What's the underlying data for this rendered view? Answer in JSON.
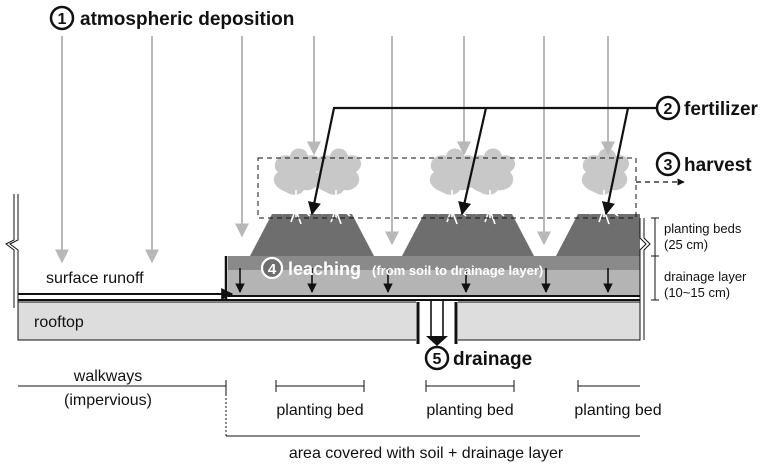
{
  "steps": {
    "atmospheric": {
      "number": "1",
      "label": "atmospheric deposition"
    },
    "fertilizer": {
      "number": "2",
      "label": "fertilizer"
    },
    "harvest": {
      "number": "3",
      "label": "harvest"
    },
    "leaching": {
      "number": "4",
      "label": "leaching",
      "detail": "(from soil to drainage layer)"
    },
    "drainage": {
      "number": "5",
      "label": "drainage"
    }
  },
  "labels": {
    "surface_runoff": "surface runoff",
    "rooftop": "rooftop",
    "planting_beds": "planting beds",
    "planting_beds_depth": "(25 cm)",
    "drainage_layer": "drainage layer",
    "drainage_layer_depth": "(10~15 cm)",
    "walkways": "walkways",
    "walkways_note": "(impervious)",
    "planting_bed_1": "planting bed",
    "planting_bed_2": "planting bed",
    "planting_bed_3": "planting bed",
    "area_covered": "area covered with soil + drainage layer"
  },
  "colors": {
    "soil": "#6e6e6e",
    "drainage_layer": "#b4b4b4",
    "rooftop": "#dddddd",
    "plants": "#c8c8c8",
    "deposition_arrows": "#b8b8b8"
  }
}
